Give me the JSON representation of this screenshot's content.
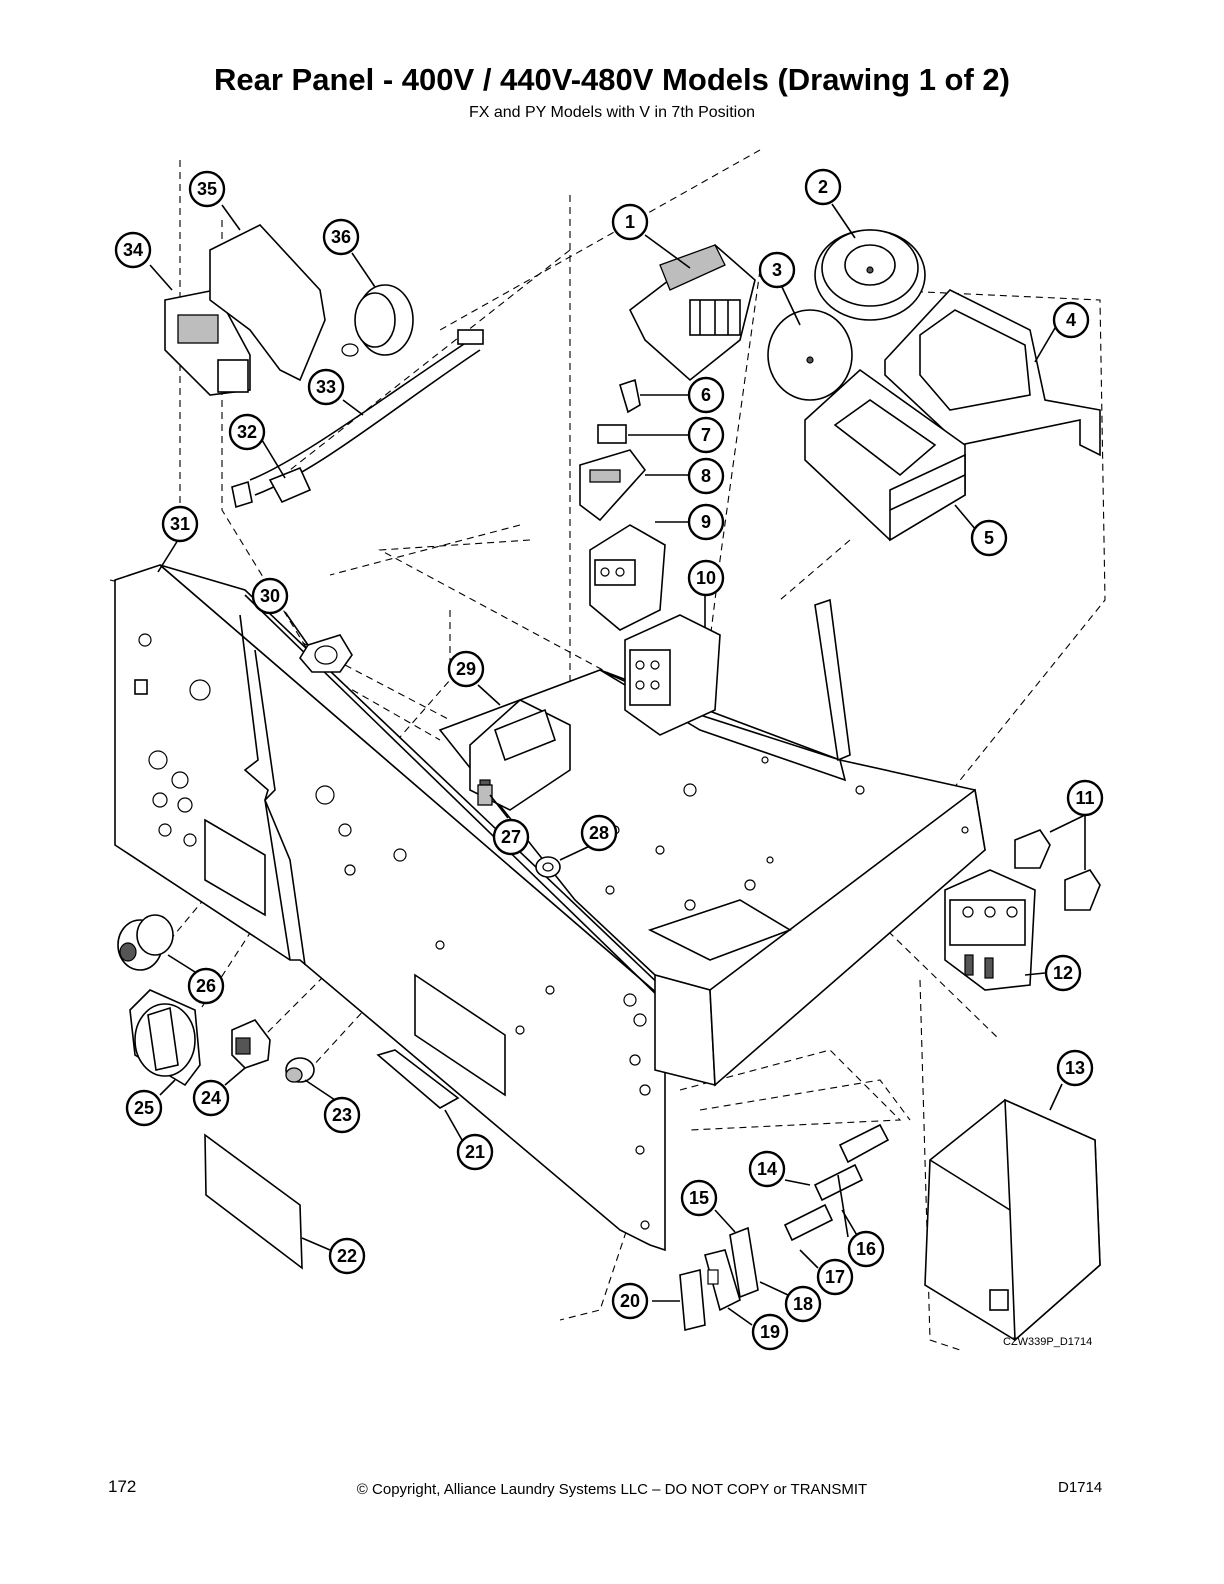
{
  "header": {
    "title": "Rear Panel - 400V / 440V-480V Models (Drawing 1 of 2)",
    "subtitle": "FX and PY Models with V in 7th Position"
  },
  "drawing": {
    "drawing_number": "CZW339P_D1714",
    "callouts": [
      "1",
      "2",
      "3",
      "4",
      "5",
      "6",
      "7",
      "8",
      "9",
      "10",
      "11",
      "12",
      "13",
      "14",
      "15",
      "16",
      "17",
      "18",
      "19",
      "20",
      "21",
      "22",
      "23",
      "24",
      "25",
      "26",
      "27",
      "28",
      "29",
      "30",
      "31",
      "32",
      "33",
      "34",
      "35",
      "36"
    ]
  },
  "footer": {
    "page_number": "172",
    "copyright": "© Copyright, Alliance Laundry Systems LLC – DO NOT COPY or TRANSMIT",
    "doc_code": "D1714"
  }
}
